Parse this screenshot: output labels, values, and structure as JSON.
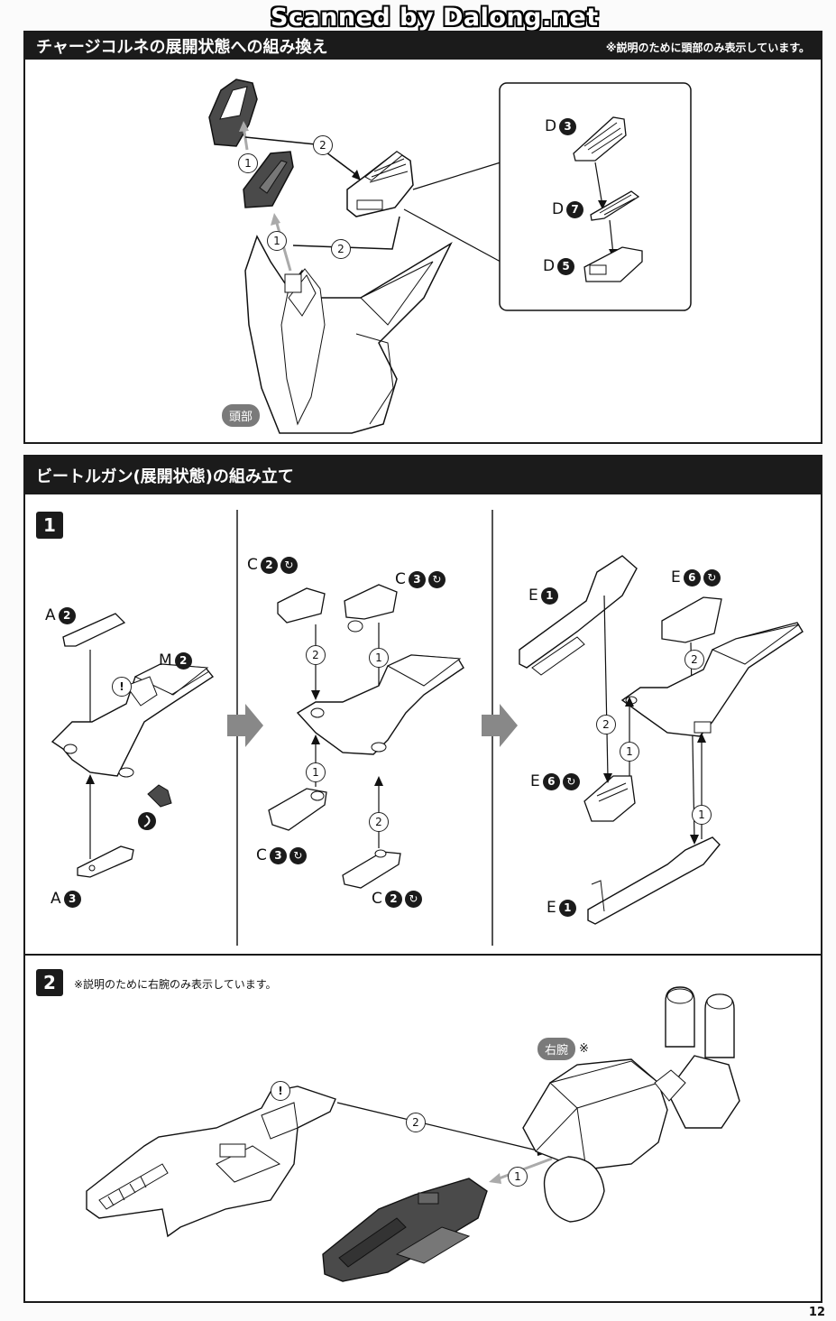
{
  "watermark": "Scanned by Dalong.net",
  "section1": {
    "title": "チャージコルネの展開状態への組み換え",
    "note": "※説明のために頭部のみ表示しています。",
    "head_label": "頭部",
    "inset_parts": [
      {
        "letter": "D",
        "num": "3"
      },
      {
        "letter": "D",
        "num": "7"
      },
      {
        "letter": "D",
        "num": "5"
      }
    ],
    "order_marks": [
      "1",
      "2",
      "1",
      "2"
    ]
  },
  "section2": {
    "title": "ビートルガン(展開状態)の組み立て",
    "step1": {
      "number": "1",
      "col1_parts": [
        {
          "letter": "A",
          "num": "2"
        },
        {
          "letter": "M",
          "num": "2"
        },
        {
          "letter": "A",
          "num": "3"
        }
      ],
      "col2_parts": [
        {
          "letter": "C",
          "num": "2"
        },
        {
          "letter": "C",
          "num": "3"
        },
        {
          "letter": "C",
          "num": "3"
        },
        {
          "letter": "C",
          "num": "2"
        }
      ],
      "col3_parts": [
        {
          "letter": "E",
          "num": "1"
        },
        {
          "letter": "E",
          "num": "6"
        },
        {
          "letter": "E",
          "num": "6"
        },
        {
          "letter": "E",
          "num": "1"
        }
      ],
      "glue_glyph": "↻",
      "caution_glyph": "!"
    },
    "step2": {
      "number": "2",
      "note": "※説明のために右腕のみ表示しています。",
      "arm_label": "右腕",
      "arm_mark": "※",
      "caution_glyph": "!"
    }
  },
  "page_number": "12",
  "colors": {
    "header_bg": "#1b1b1b",
    "part_dark": "#4a4a4a",
    "pill_bg": "#7a7a7a"
  }
}
